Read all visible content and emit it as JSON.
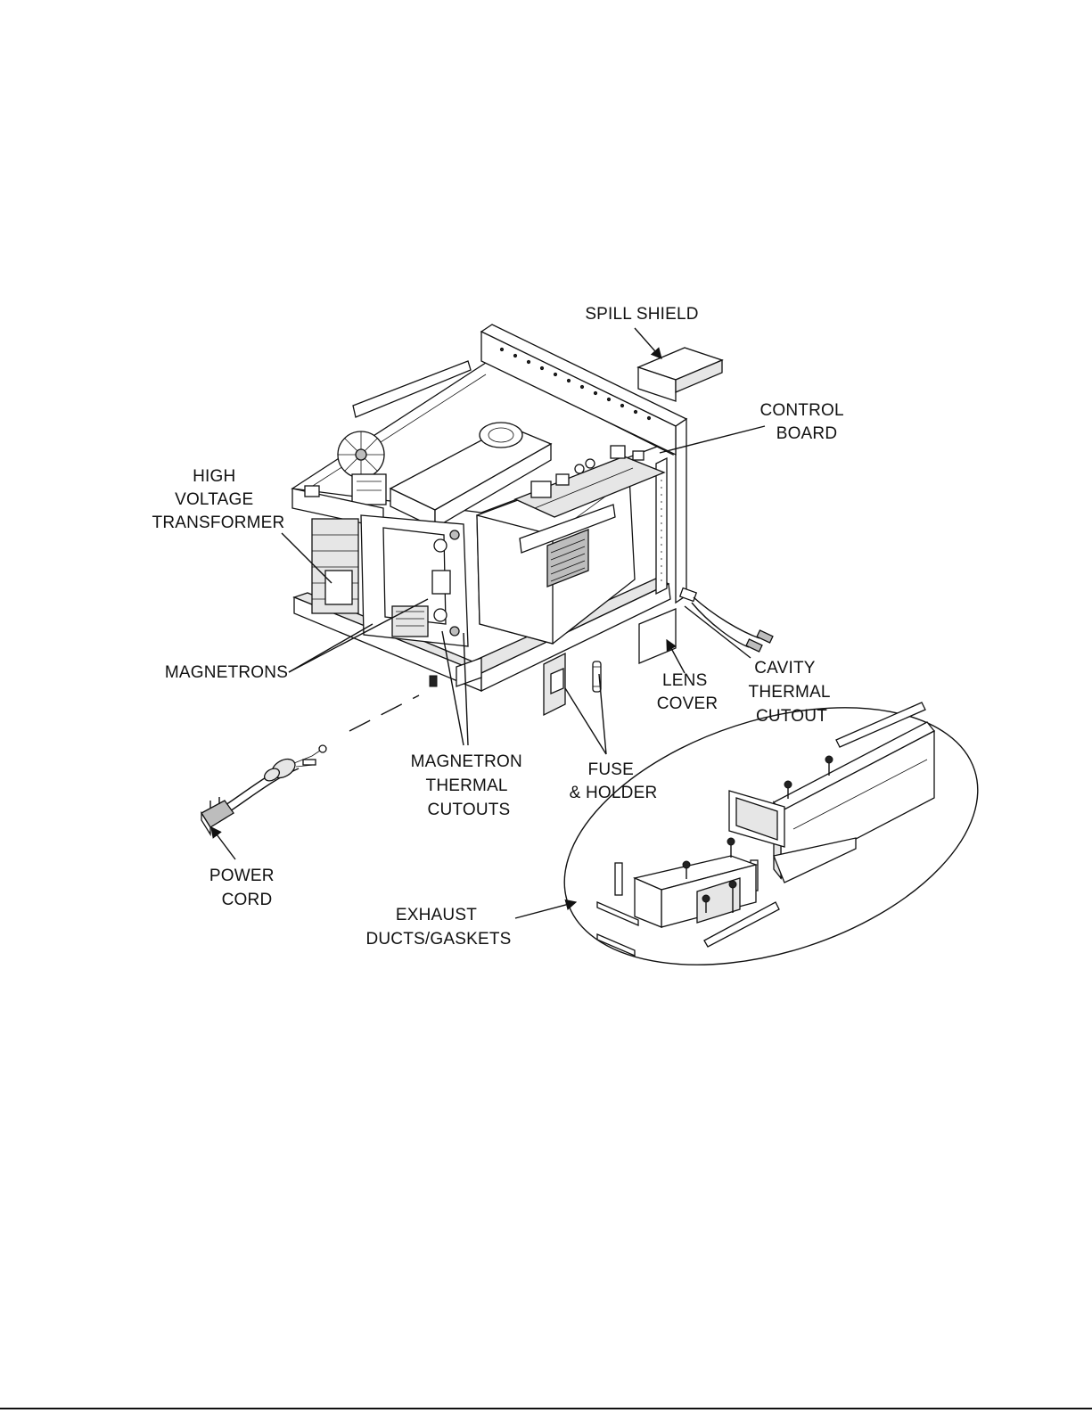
{
  "labels": {
    "spill_shield": "SPILL SHIELD",
    "control_board": [
      "CONTROL",
      "BOARD"
    ],
    "high_voltage_transformer": [
      "HIGH",
      "VOLTAGE",
      "TRANSFORMER"
    ],
    "magnetrons": "MAGNETRONS",
    "lens_cover": [
      "LENS",
      "COVER"
    ],
    "cavity_thermal_cutout": [
      "CAVITY",
      "THERMAL",
      "CUTOUT"
    ],
    "magnetron_thermal_cutouts": [
      "MAGNETRON",
      "THERMAL",
      "CUTOUTS"
    ],
    "fuse_holder": [
      "FUSE",
      "& HOLDER"
    ],
    "power_cord": [
      "POWER",
      "CORD"
    ],
    "exhaust_ducts_gaskets": [
      "EXHAUST",
      "DUCTS/GASKETS"
    ]
  }
}
